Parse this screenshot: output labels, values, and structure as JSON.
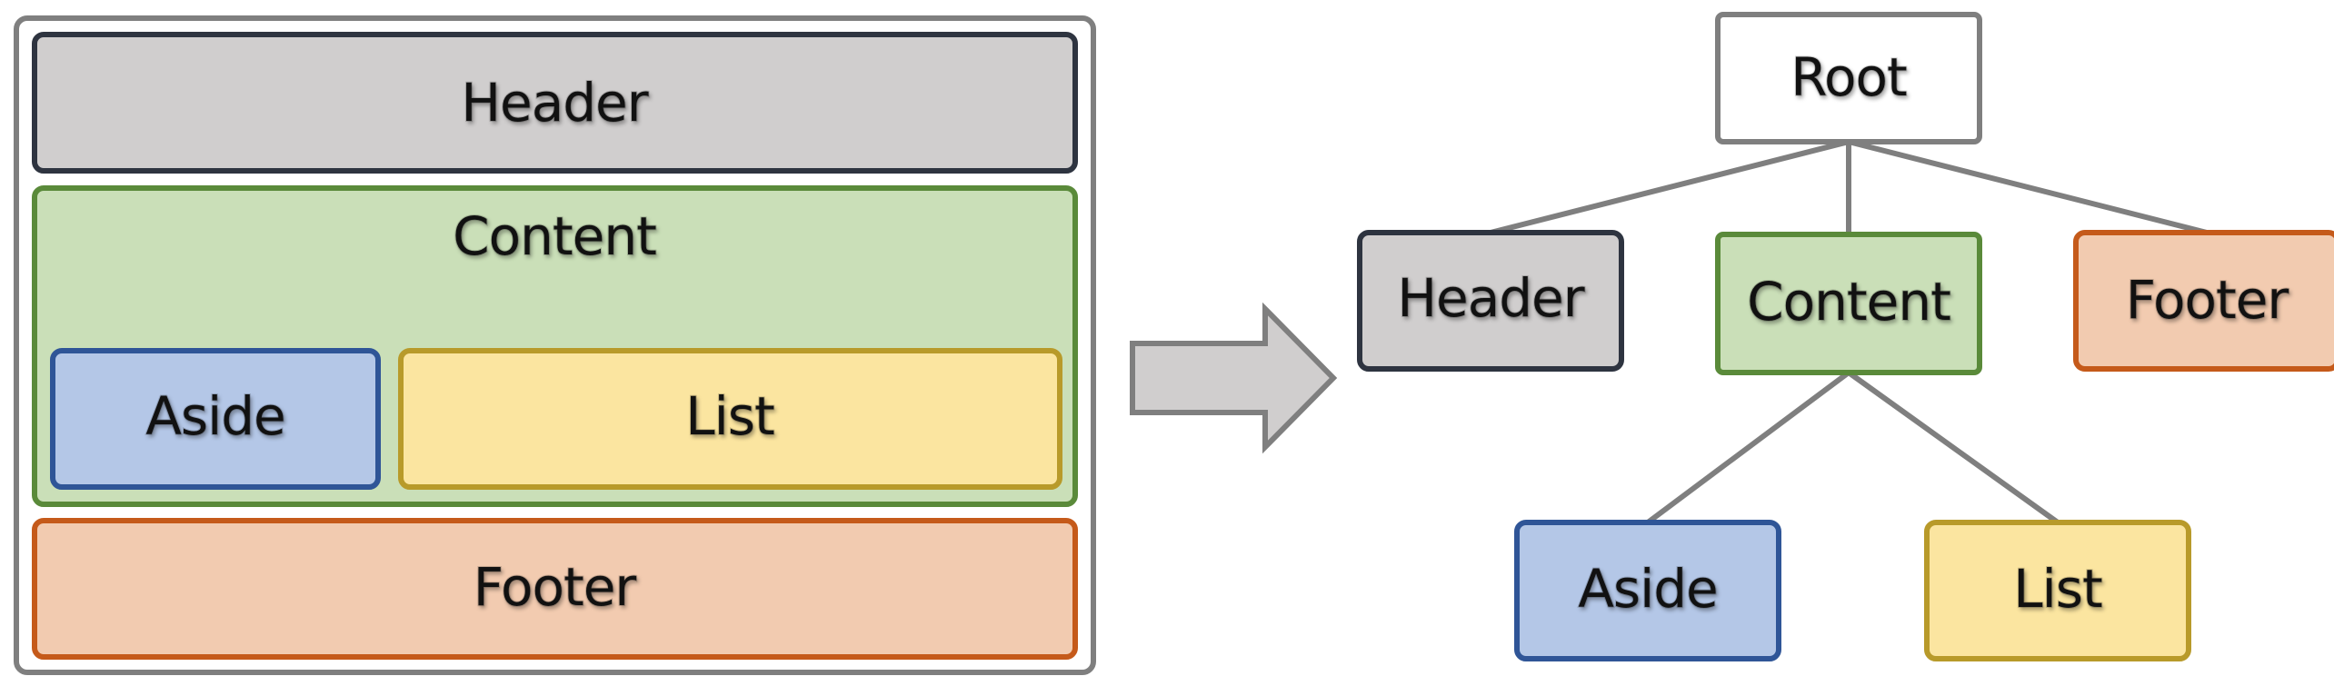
{
  "layout_view": {
    "header": {
      "label": "Header"
    },
    "content": {
      "label": "Content"
    },
    "aside": {
      "label": "Aside"
    },
    "list": {
      "label": "List"
    },
    "footer": {
      "label": "Footer"
    }
  },
  "tree_view": {
    "root": {
      "label": "Root"
    },
    "header": {
      "label": "Header"
    },
    "content": {
      "label": "Content"
    },
    "footer": {
      "label": "Footer"
    },
    "aside": {
      "label": "Aside"
    },
    "list": {
      "label": "List"
    }
  },
  "colors": {
    "outer_border": "#7f7f7f",
    "header_fill": "#d0cece",
    "header_border": "#2e3440",
    "content_fill": "#cadfb8",
    "content_border": "#5a8a3a",
    "aside_fill": "#b4c7e7",
    "aside_border": "#2f5597",
    "list_fill": "#fbe5a0",
    "list_border": "#b89a2a",
    "footer_fill": "#f2cbb0",
    "footer_border": "#c55a1a",
    "root_fill": "#ffffff",
    "root_border": "#7f7f7f",
    "arrow_fill": "#d0cece",
    "arrow_border": "#7f7f7f",
    "connector": "#7f7f7f"
  },
  "icons": {
    "transform_arrow": "right-arrow-icon"
  }
}
